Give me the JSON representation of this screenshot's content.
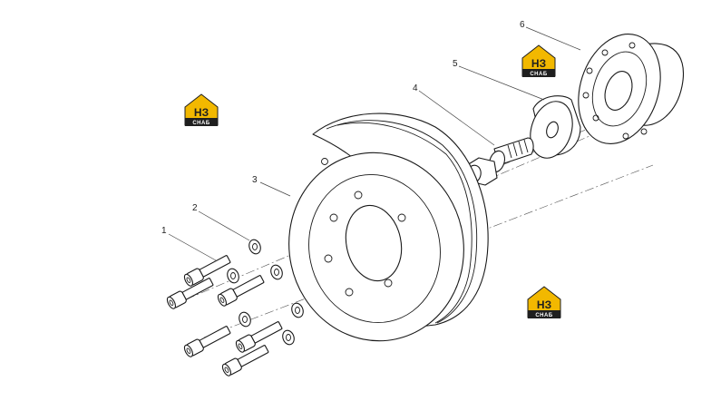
{
  "callouts": [
    {
      "id": "bolt",
      "label": "1"
    },
    {
      "id": "washer",
      "label": "2"
    },
    {
      "id": "pulley",
      "label": "3"
    },
    {
      "id": "flange-bolt",
      "label": "4"
    },
    {
      "id": "spacer",
      "label": "5"
    },
    {
      "id": "hub",
      "label": "6"
    }
  ],
  "watermark": {
    "letters": "НЗ",
    "subtitle": "СНАБ",
    "brand_color": "#f2b800",
    "dark_color": "#1f1f1f"
  }
}
